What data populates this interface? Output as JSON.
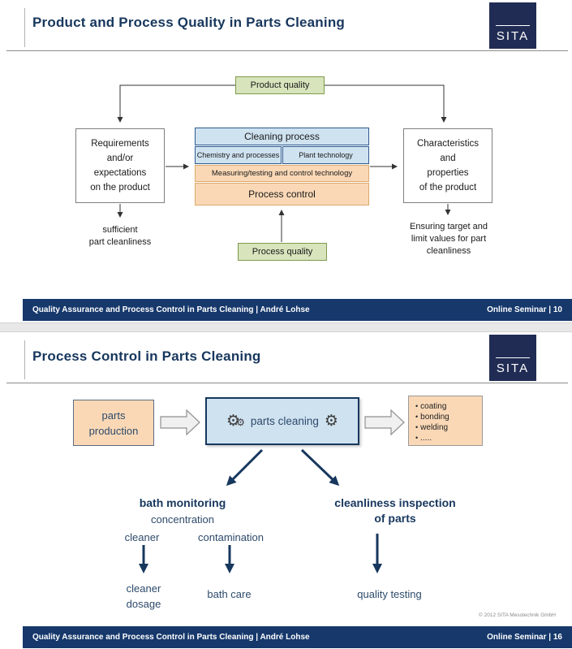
{
  "colors": {
    "navy": "#17375d",
    "footer_navy": "#16386b",
    "logo_navy": "#202c54",
    "green_fill": "#d8e4bc",
    "blue_fill": "#cfe2f0",
    "peach_fill": "#fad8b6"
  },
  "slide1": {
    "title": "Product and Process Quality in Parts Cleaning",
    "logo": "SITA",
    "diagram": {
      "product_quality": "Product quality",
      "requirements_box": [
        "Requirements",
        "and/or",
        "expectations",
        "on the product"
      ],
      "cleaning_process": "Cleaning process",
      "chemistry": "Chemistry and processes",
      "plant_technology": "Plant technology",
      "measuring": "Measuring/testing and control technology",
      "process_control": "Process control",
      "characteristics_box": [
        "Characteristics",
        "and",
        "properties",
        "of the product"
      ],
      "left_note": [
        "sufficient",
        "part cleanliness"
      ],
      "right_note": [
        "Ensuring target and",
        "limit values for part",
        "cleanliness"
      ],
      "process_quality": "Process quality"
    },
    "footer": {
      "left": "Quality Assurance and Process Control in Parts Cleaning | André Lohse",
      "right": "Online Seminar | 10"
    }
  },
  "slide2": {
    "title": "Process Control in Parts Cleaning",
    "logo": "SITA",
    "diagram": {
      "parts_production": [
        "parts",
        "production"
      ],
      "parts_cleaning": "parts cleaning",
      "gear_glyph": "⚙",
      "bullet": "•",
      "outputs": [
        "coating",
        "bonding",
        "welding",
        "....."
      ],
      "bath_monitoring": "bath monitoring",
      "concentration": "concentration",
      "cleaner": "cleaner",
      "contamination": "contamination",
      "cleaner_dosage": [
        "cleaner",
        "dosage"
      ],
      "bath_care": "bath care",
      "cleanliness_inspection": [
        "cleanliness inspection",
        "of parts"
      ],
      "quality_testing": "quality testing",
      "copyright": "© 2012 SITA Messtechnik GmbH"
    },
    "footer": {
      "left": "Quality Assurance and Process Control in Parts Cleaning | André Lohse",
      "right": "Online Seminar | 16"
    }
  }
}
